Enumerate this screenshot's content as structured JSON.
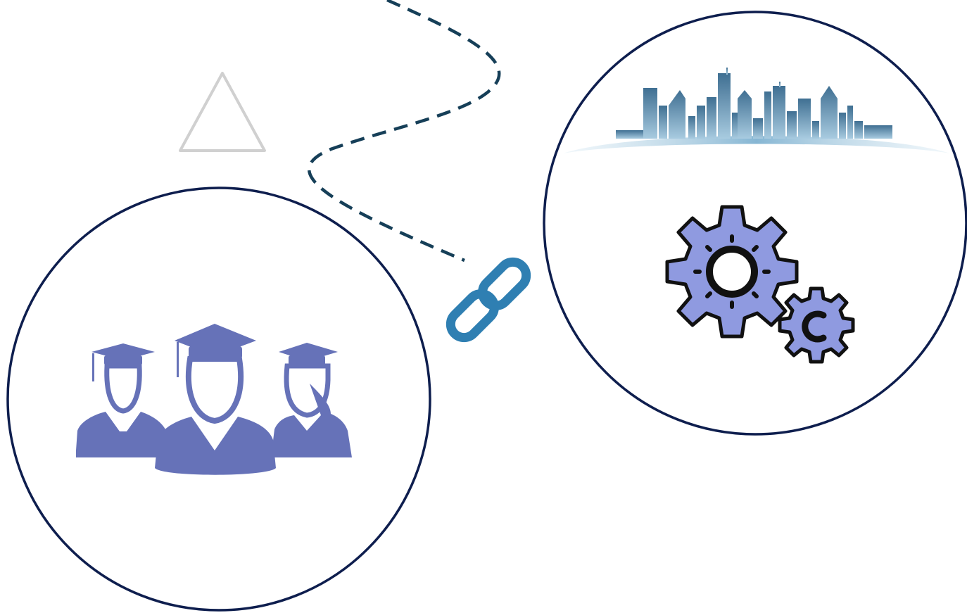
{
  "diagram": {
    "nodes": [
      {
        "id": "graduates",
        "icon": "graduates-icon"
      },
      {
        "id": "industry",
        "icon": "city-skyline-icon"
      },
      {
        "id": "gears",
        "icon": "gears-icon"
      }
    ],
    "connector": {
      "icon": "chain-link-icon",
      "style": "dashed"
    },
    "decoration": {
      "icon": "triangle-outline-icon"
    }
  },
  "colors": {
    "circle_stroke": "#0e1e4e",
    "dash_stroke": "#163f58",
    "graduates_fill": "#6672b8",
    "gear_fill": "#8f9ae0",
    "gear_stroke": "#111111",
    "link_fill": "#2f7fb2",
    "skyline_fill": "#4c80a3",
    "triangle_stroke": "#d0d0d0"
  }
}
